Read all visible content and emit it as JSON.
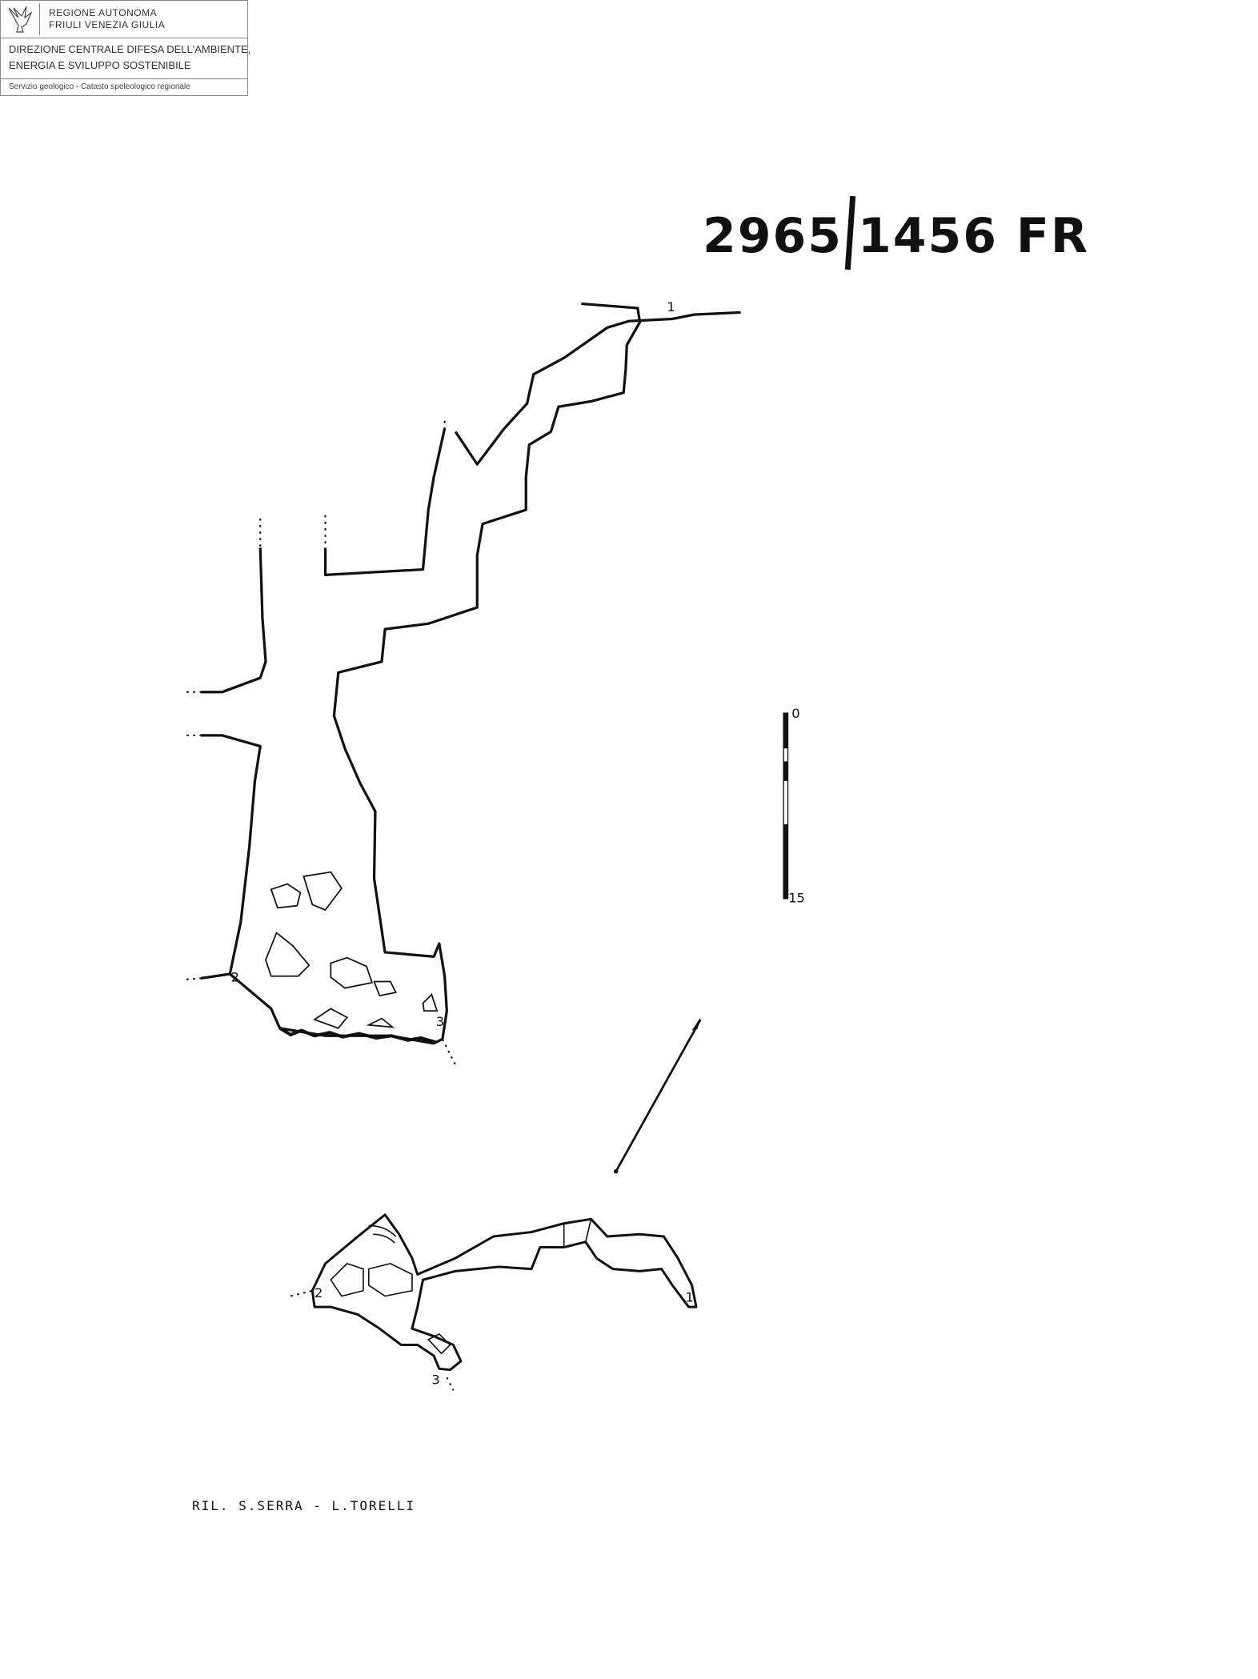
{
  "header": {
    "region_line1": "REGIONE AUTONOMA",
    "region_line2": "FRIULI VENEZIA GIULIA",
    "direction_line1": "DIREZIONE CENTRALE DIFESA DELL'AMBIENTE,",
    "direction_line2": "ENERGIA E SVILUPPO SOSTENIBILE",
    "service": "Servizio geologico - Catasto speleologico regionale"
  },
  "title": {
    "number": "2965",
    "fr_number": "1456 FR"
  },
  "scale": {
    "start": "0",
    "end": "15"
  },
  "points": {
    "p1": "1",
    "p2": "2",
    "p3": "3"
  },
  "credit": "RIL. S.SERRA - L.TORELLI"
}
